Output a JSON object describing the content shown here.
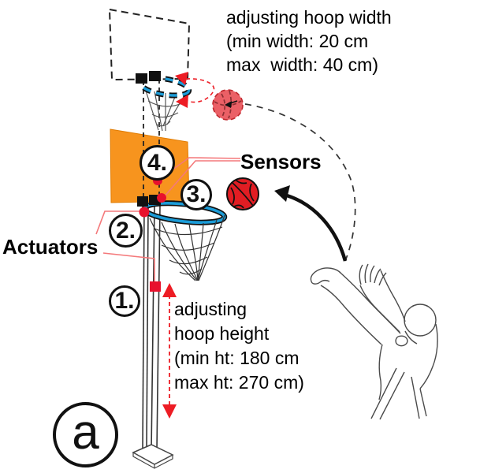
{
  "diagram": {
    "type": "annotated technical illustration of an adjustable basketball hoop system",
    "panel_letter": "a",
    "notes": {
      "width_note": {
        "line1": "adjusting hoop width",
        "line2": "(min width: 20 cm",
        "line3": "max  width: 40 cm)"
      },
      "height_note": {
        "line1": "adjusting",
        "line2": "hoop height",
        "line3": "(min ht: 180 cm",
        "line4": "max ht: 270 cm)"
      }
    },
    "labels": {
      "sensors": "Sensors",
      "actuators": "Actuators"
    },
    "callouts": {
      "c1": "1.",
      "c2": "2.",
      "c3": "3.",
      "c4": "4."
    },
    "colors": {
      "backboard_orange": "#F7941E",
      "rim_blue": "#1B9CD8",
      "accent_red": "#E8112D",
      "arrow_red": "#ED1C24",
      "basketball_red": "#E11D23",
      "ghost_ball_pink": "#EB6066",
      "label_line_pink": "#F4797B",
      "ink_black": "#111111"
    }
  }
}
